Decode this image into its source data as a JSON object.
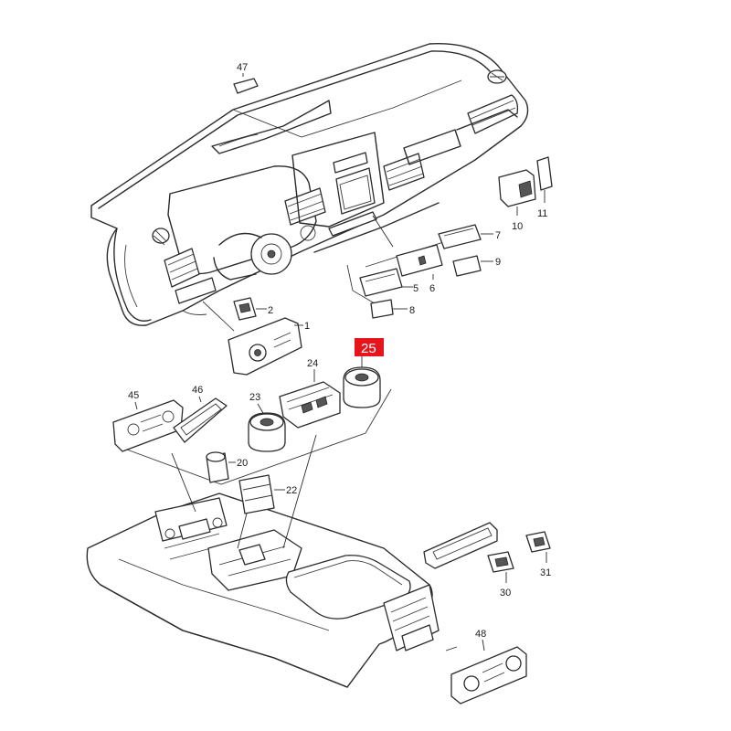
{
  "labels": {
    "p47": "47",
    "p10": "10",
    "p11": "11",
    "p7": "7",
    "p9": "9",
    "p6": "6",
    "p5": "5",
    "p8": "8",
    "p2": "2",
    "p1": "1",
    "p25": "25",
    "p24": "24",
    "p23": "23",
    "p45": "45",
    "p46": "46",
    "p20": "20",
    "p22": "22",
    "p31": "31",
    "p30": "30",
    "p48": "48"
  },
  "highlight": {
    "part": "25",
    "color": "#e8141c"
  }
}
